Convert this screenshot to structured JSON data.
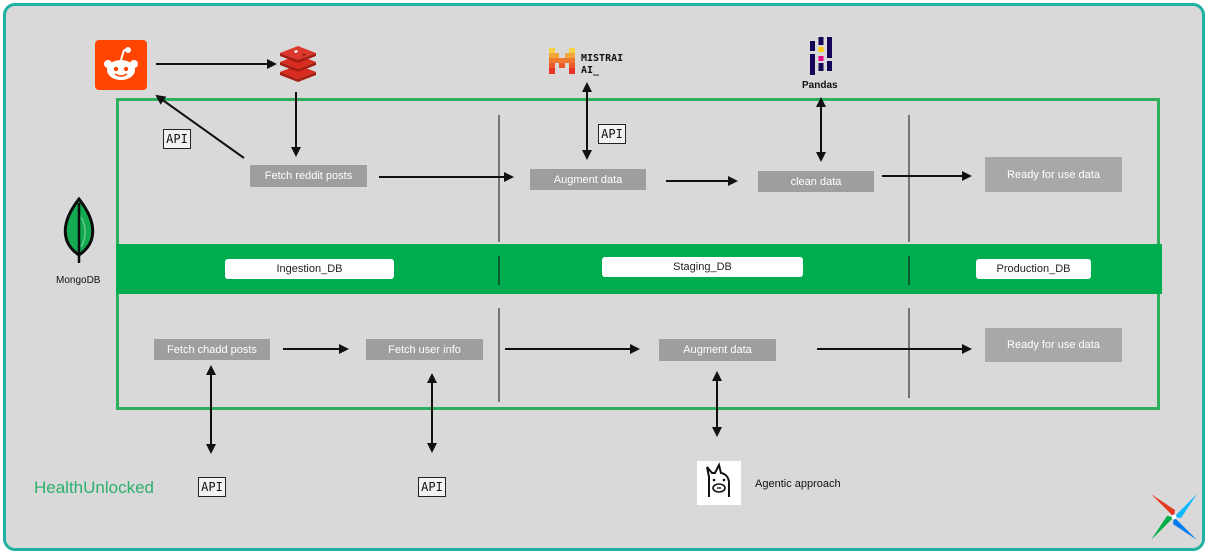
{
  "logos": {
    "mistral_line1": "MISTRAI",
    "mistral_line2": "AI_",
    "pandas": "Pandas",
    "mongodb": "MongoDB",
    "healthunlocked": "HealthUnlocked",
    "agentic": "Agentic approach"
  },
  "api_label": "API",
  "databases": {
    "ingestion": "Ingestion_DB",
    "staging": "Staging_DB",
    "production": "Production_DB"
  },
  "top_row": {
    "fetch": "Fetch reddit posts",
    "augment": "Augment data",
    "clean": "clean data",
    "ready": "Ready for use data"
  },
  "bottom_row": {
    "fetch_chadd": "Fetch chadd posts",
    "fetch_user": "Fetch user info",
    "augment": "Augment data",
    "ready": "Ready for use data"
  },
  "colors": {
    "frame_border": "#1fb1a1",
    "green": "#00ad4e",
    "reddit": "#ff4500",
    "redis": "#d82c20",
    "healthunlocked": "#2daf6e"
  }
}
